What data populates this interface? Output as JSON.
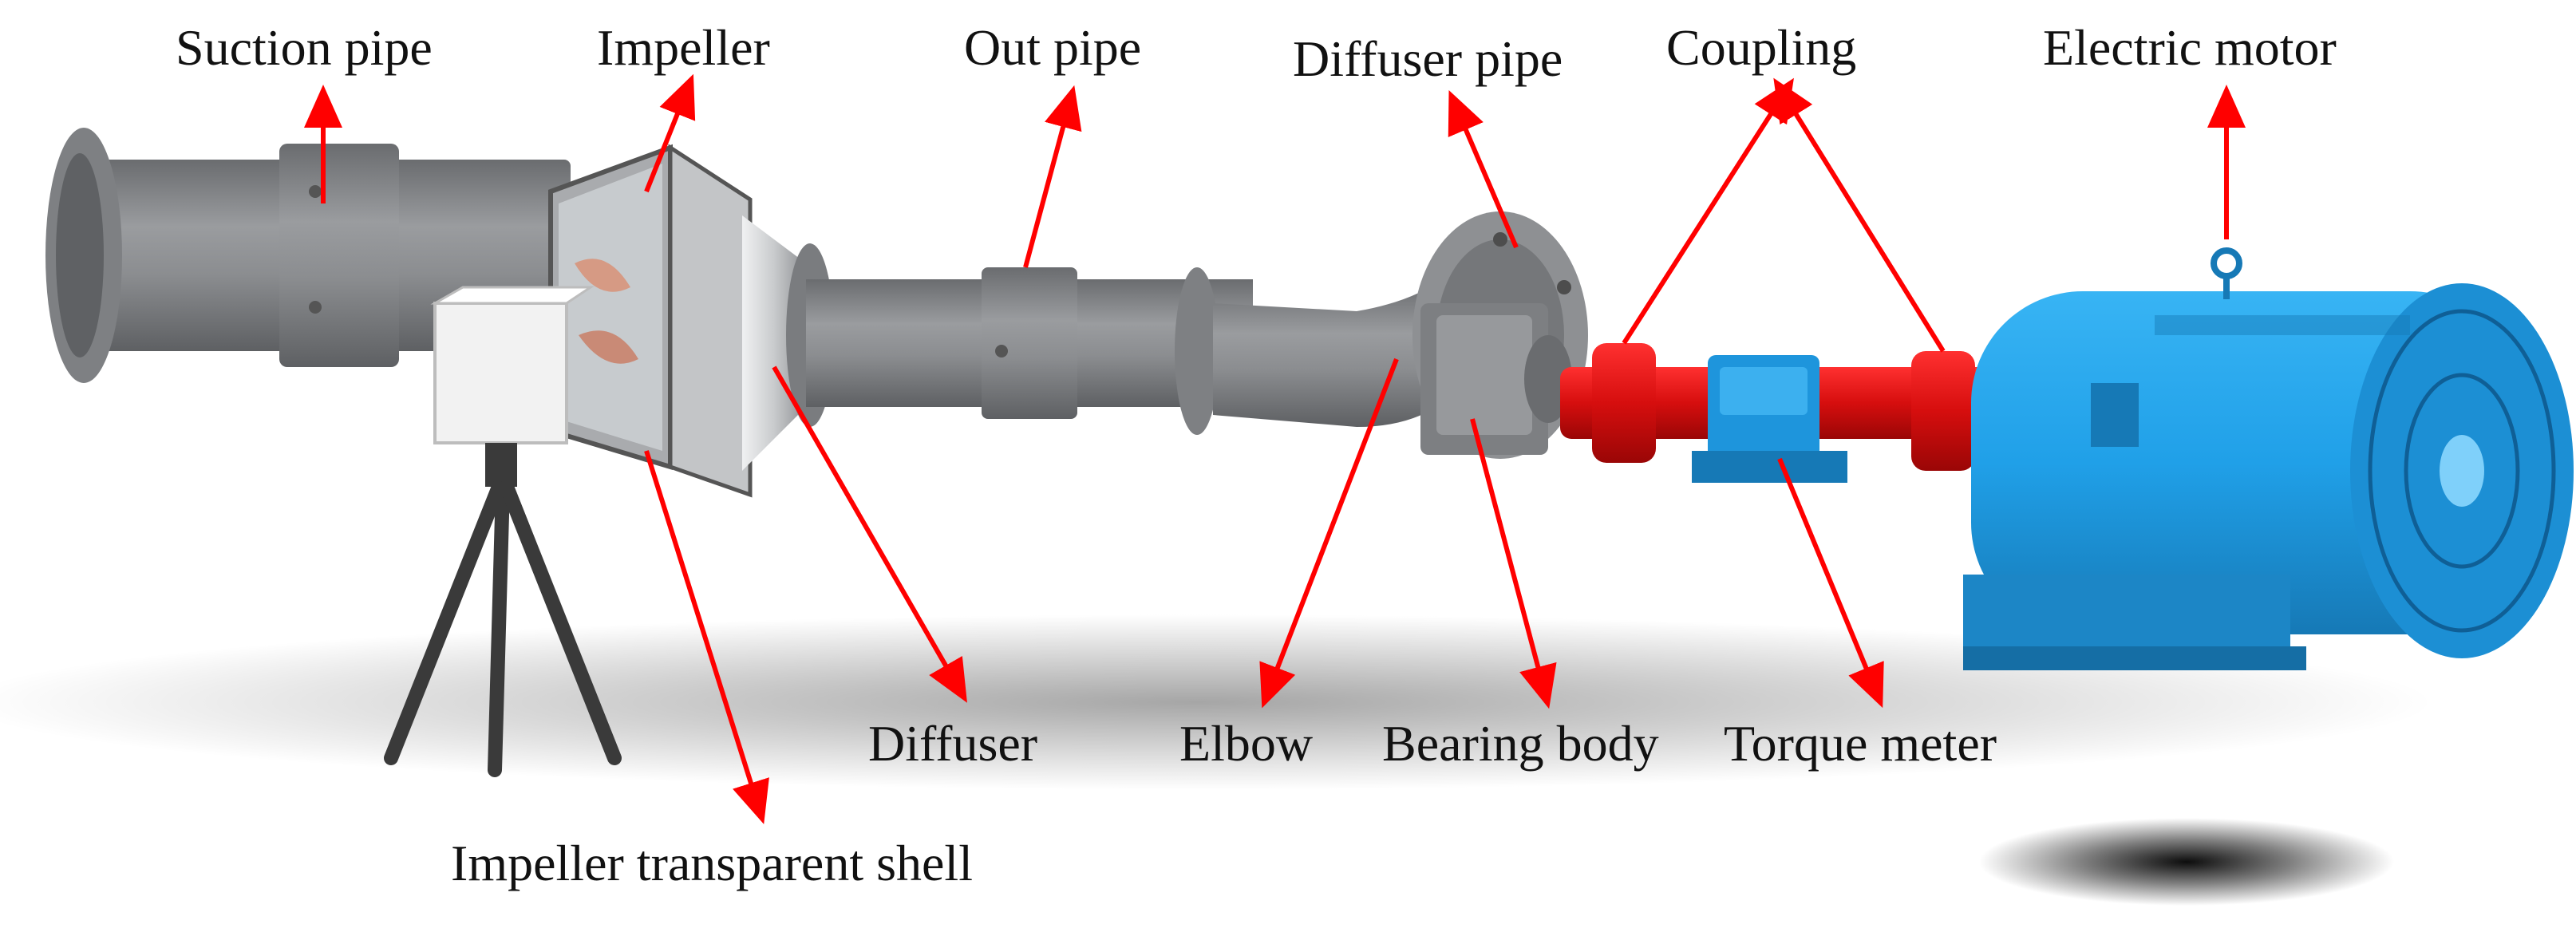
{
  "labels": {
    "suction_pipe": "Suction pipe",
    "impeller": "Impeller",
    "out_pipe": "Out pipe",
    "diffuser_pipe": "Diffuser pipe",
    "coupling": "Coupling",
    "electric_motor": "Electric motor",
    "diffuser": "Diffuser",
    "elbow": "Elbow",
    "bearing_body": "Bearing body",
    "torque_meter": "Torque meter",
    "impeller_transparent_shell": "Impeller transparent shell"
  },
  "colors": {
    "pipe": "#8e9093",
    "pipe_dark": "#6d6f72",
    "pipe_light": "#a9abae",
    "diffuser_metal": "#d4d6d8",
    "coupling": "#e01010",
    "torque_meter": "#1e95dc",
    "motor": "#20a6ee",
    "motor_dark": "#1279b8",
    "arrow": "#ff0000",
    "tripod": "#3a3a3a",
    "camera_box": "#f2f2f2"
  }
}
